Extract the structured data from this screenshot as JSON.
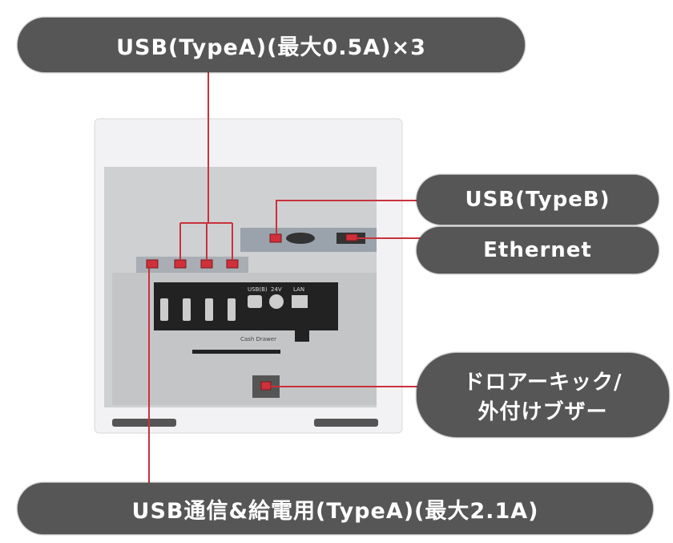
{
  "labels": {
    "usb_typea_x3": "USB(TypeA)(最大0.5A)×3",
    "usb_typeb": "USB(TypeB)",
    "ethernet": "Ethernet",
    "drawer_kick_line1": "ドロアーキック/",
    "drawer_kick_line2": "外付けブザー",
    "usb_power": "USB通信&給電用(TypeA)(最大2.1A)"
  },
  "device_markings": {
    "usb_b": "USB(B)",
    "v24": "24V",
    "lan": "LAN",
    "cash_drawer": "Cash Drawer"
  },
  "colors": {
    "pill": "#565656",
    "callout_line": "#c8323c",
    "connector": "#d0303a"
  }
}
